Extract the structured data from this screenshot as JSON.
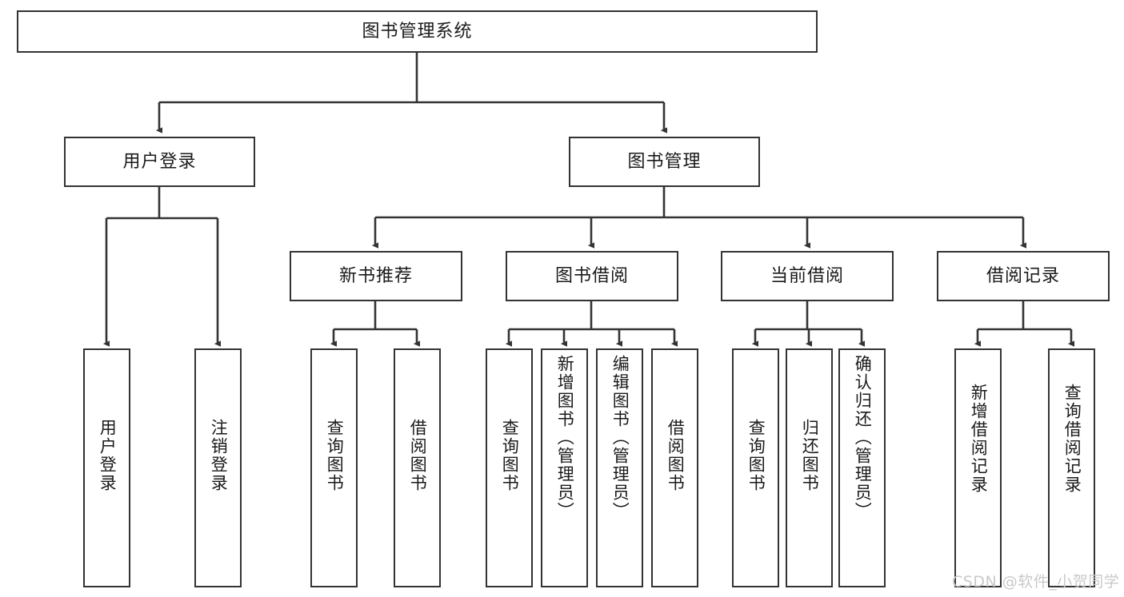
{
  "diagram": {
    "title": "图书管理系统",
    "type": "tree-hierarchy",
    "root": {
      "id": "root",
      "label": "图书管理系统",
      "orientation": "horizontal"
    },
    "level1": [
      {
        "id": "user-login",
        "label": "用户登录",
        "orientation": "horizontal"
      },
      {
        "id": "book-management",
        "label": "图书管理",
        "orientation": "horizontal"
      }
    ],
    "level2": [
      {
        "id": "new-book-recommend",
        "label": "新书推荐",
        "orientation": "horizontal",
        "parent": "book-management"
      },
      {
        "id": "book-borrow",
        "label": "图书借阅",
        "orientation": "horizontal",
        "parent": "book-management"
      },
      {
        "id": "current-borrow",
        "label": "当前借阅",
        "orientation": "horizontal",
        "parent": "book-management"
      },
      {
        "id": "borrow-record",
        "label": "借阅记录",
        "orientation": "horizontal",
        "parent": "book-management"
      }
    ],
    "leaves": [
      {
        "id": "leaf-user-login",
        "label": "用户登录",
        "parent": "user-login",
        "orientation": "vertical"
      },
      {
        "id": "leaf-logout-login",
        "label": "注销登录",
        "parent": "user-login",
        "orientation": "vertical"
      },
      {
        "id": "leaf-query-book-1",
        "label": "查询图书",
        "parent": "new-book-recommend",
        "orientation": "vertical"
      },
      {
        "id": "leaf-borrow-book-1",
        "label": "借阅图书",
        "parent": "new-book-recommend",
        "orientation": "vertical"
      },
      {
        "id": "leaf-query-book-2",
        "label": "查询图书",
        "parent": "book-borrow",
        "orientation": "vertical"
      },
      {
        "id": "leaf-add-book",
        "label": "新增图书（管理员）",
        "parent": "book-borrow",
        "orientation": "vertical"
      },
      {
        "id": "leaf-edit-book",
        "label": "编辑图书（管理员）",
        "parent": "book-borrow",
        "orientation": "vertical"
      },
      {
        "id": "leaf-borrow-book-2",
        "label": "借阅图书",
        "parent": "book-borrow",
        "orientation": "vertical"
      },
      {
        "id": "leaf-query-book-3",
        "label": "查询图书",
        "parent": "current-borrow",
        "orientation": "vertical"
      },
      {
        "id": "leaf-return-book",
        "label": "归还图书",
        "parent": "current-borrow",
        "orientation": "vertical"
      },
      {
        "id": "leaf-confirm-return",
        "label": "确认归还（管理员）",
        "parent": "current-borrow",
        "orientation": "vertical"
      },
      {
        "id": "leaf-add-record",
        "label": "新增借阅记录",
        "parent": "borrow-record",
        "orientation": "vertical"
      },
      {
        "id": "leaf-query-record",
        "label": "查询借阅记录",
        "parent": "borrow-record",
        "orientation": "vertical"
      }
    ],
    "watermark": "CSDN @软件_小贺同学",
    "colors": {
      "stroke": "#333333",
      "text": "#1a1a1a",
      "background": "#ffffff",
      "watermark": "#c9c9c9"
    }
  }
}
